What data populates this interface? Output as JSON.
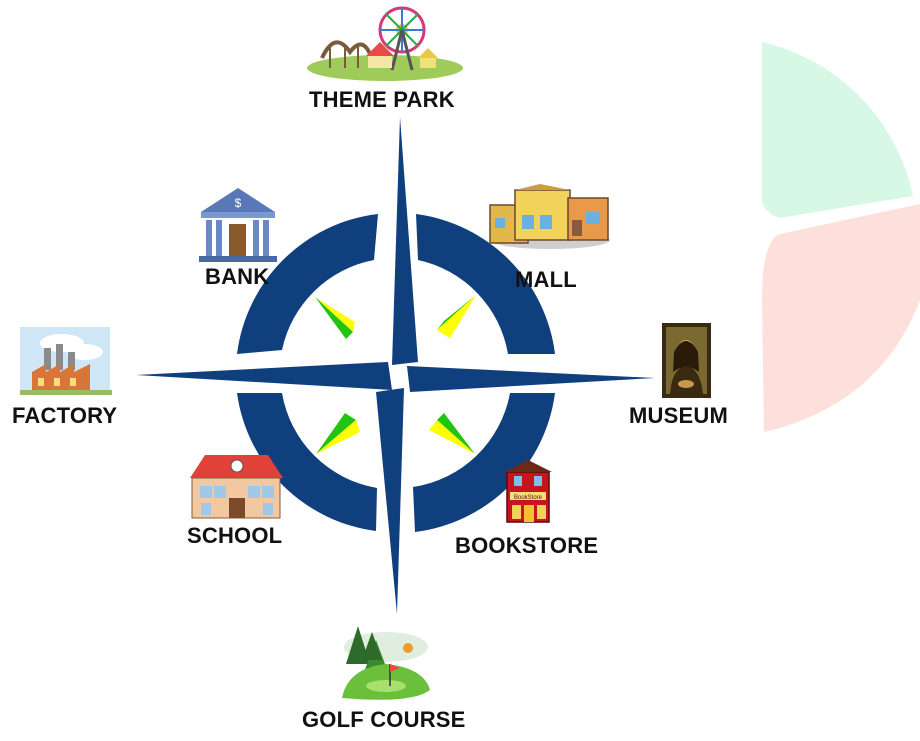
{
  "places": {
    "north": "THEME PARK",
    "northeast": "MALL",
    "east": "MUSEUM",
    "southeast": "BOOKSTORE",
    "south": "GOLF COURSE",
    "southwest": "SCHOOL",
    "west": "FACTORY",
    "northwest": "BANK"
  },
  "icons": {
    "north": "theme-park-icon",
    "northeast": "mall-icon",
    "east": "museum-painting-icon",
    "southeast": "bookstore-icon",
    "south": "golf-course-icon",
    "southwest": "school-icon",
    "west": "factory-icon",
    "northwest": "bank-icon"
  },
  "colors": {
    "compass": "#0f3f7d",
    "needle_green": "#22c414",
    "needle_yellow": "#ffff00",
    "side_shape_top": "#d8f8e6",
    "side_shape_bottom": "#fde0dc"
  }
}
